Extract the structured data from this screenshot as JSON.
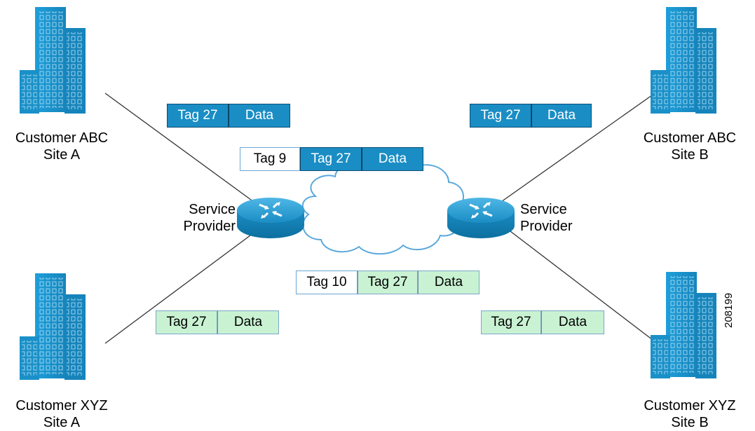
{
  "sites": {
    "abc_a": {
      "line1": "Customer ABC",
      "line2": "Site A"
    },
    "abc_b": {
      "line1": "Customer ABC",
      "line2": "Site B"
    },
    "xyz_a": {
      "line1": "Customer XYZ",
      "line2": "Site A"
    },
    "xyz_b": {
      "line1": "Customer XYZ",
      "line2": "Site B"
    }
  },
  "routers": {
    "left": {
      "line1": "Service",
      "line2": "Provider"
    },
    "right": {
      "line1": "Service",
      "line2": "Provider"
    }
  },
  "packets": {
    "abc_a": {
      "tag": "Tag 27",
      "data": "Data"
    },
    "abc_b": {
      "tag": "Tag 27",
      "data": "Data"
    },
    "abc_core": {
      "outer": "Tag 9",
      "tag": "Tag 27",
      "data": "Data"
    },
    "xyz_core": {
      "outer": "Tag 10",
      "tag": "Tag 27",
      "data": "Data"
    },
    "xyz_a": {
      "tag": "Tag 27",
      "data": "Data"
    },
    "xyz_b": {
      "tag": "Tag 27",
      "data": "Data"
    }
  },
  "figure_id": "208199",
  "colors": {
    "building": "#1a9bd7",
    "router": "#1a8dc4",
    "blue_packet": "#1a8dc4",
    "green_packet": "#c9f2d3"
  }
}
